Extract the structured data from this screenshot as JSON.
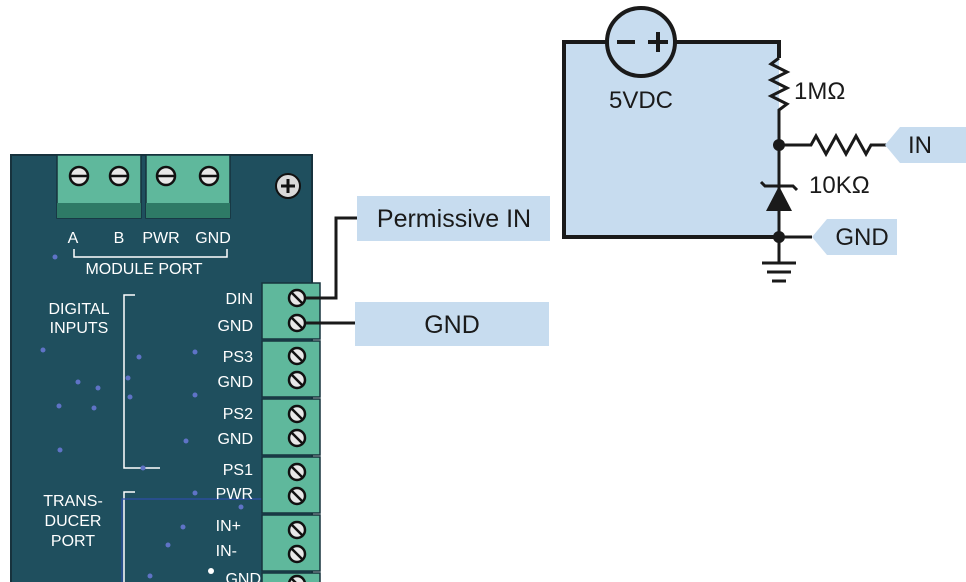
{
  "colors": {
    "board": "#1f4f5e",
    "board_outline": "#17323d",
    "terminal_green": "#5fb89c",
    "terminal_dark": "#2e7a66",
    "label_fill": "#c7dcef",
    "schematic_fill": "#c7dcef",
    "wire": "#1a1a1a",
    "dot": "#5f73c6"
  },
  "module_port": {
    "title": "MODULE PORT",
    "pins": [
      "A",
      "B",
      "PWR",
      "GND"
    ]
  },
  "digital_inputs": {
    "title_line1": "DIGITAL",
    "title_line2": "INPUTS"
  },
  "transducer_port": {
    "title_line1": "TRANS-",
    "title_line2": "DUCER",
    "title_line3": "PORT"
  },
  "terminal_labels": [
    "DIN",
    "GND",
    "PS3",
    "GND",
    "PS2",
    "GND",
    "PS1",
    "PWR",
    "IN+",
    "IN-",
    "GND"
  ],
  "callouts": {
    "permissive_in": "Permissive IN",
    "gnd": "GND"
  },
  "schematic": {
    "source_label": "5VDC",
    "source_minus": "−",
    "source_plus": "+",
    "resistor_1": "1MΩ",
    "resistor_2": "10KΩ",
    "in_label": "IN",
    "gnd_label": "GND"
  }
}
